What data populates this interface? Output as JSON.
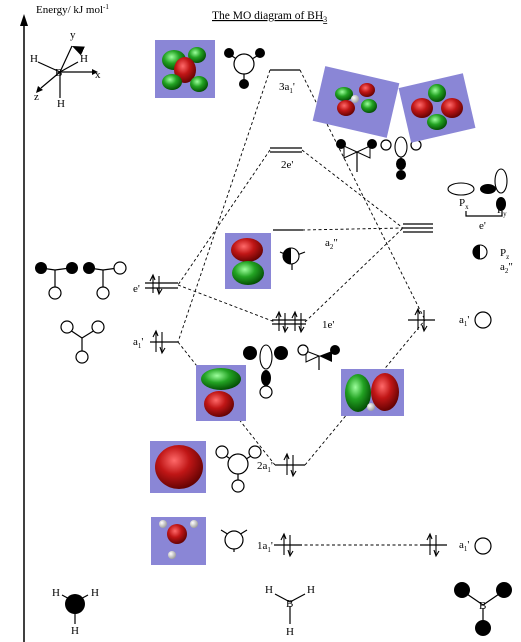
{
  "title": "The MO diagram of BH",
  "title_subscript": "3",
  "axis": {
    "label": "Energy/ kJ mol",
    "label_superscript": "-1"
  },
  "axes_icon": {
    "x": "x",
    "y": "y",
    "z": "z",
    "center_atom": "B",
    "h": "H"
  },
  "mo_levels": [
    {
      "name": "3a1'",
      "label": "3a",
      "sub": "1",
      "sup": "'",
      "electrons": 0
    },
    {
      "name": "2e'",
      "label": "2e'",
      "electrons": 0
    },
    {
      "name": "a2''",
      "label": "a",
      "sub": "2",
      "sup": "\"",
      "electrons": 0
    },
    {
      "name": "1e'",
      "label": "1e'",
      "electrons": 4
    },
    {
      "name": "2a1'",
      "label": "2a",
      "sub": "1",
      "sup": "'",
      "electrons": 2
    },
    {
      "name": "1a1'",
      "label": "1a",
      "sub": "1",
      "sup": "'",
      "electrons": 2
    }
  ],
  "left_fragment": {
    "levels": [
      {
        "name": "e'",
        "label": "e'",
        "electrons": 2
      },
      {
        "name": "a1'",
        "label": "a",
        "sub": "1",
        "sup": "'",
        "electrons": 2
      }
    ],
    "molecule_label": "H"
  },
  "right_fragment": {
    "levels": [
      {
        "name": "e'",
        "electrons": 0
      },
      {
        "name": "a1' (2s)",
        "label": "a",
        "sub": "1",
        "sup": "'",
        "electrons": 2
      },
      {
        "name": "a1' (1s)",
        "label": "a",
        "sub": "1",
        "sup": "'",
        "electrons": 2
      }
    ],
    "p_labels": {
      "px": "P",
      "px_sub": "x",
      "py": "P",
      "py_sub": "y",
      "pz": "P",
      "pz_sub": "z",
      "e": "e'",
      "a2": "a",
      "a2_sub": "2",
      "a2_sup": "\""
    },
    "molecule_label": "B"
  },
  "bottom_molecules": {
    "left": "H",
    "middle_center": "B",
    "middle_h": "H",
    "right_center": "B"
  },
  "colors": {
    "orbital_background": "#8a86d6",
    "lobe_red": "#b01010",
    "lobe_green": "#1f9a1f"
  }
}
